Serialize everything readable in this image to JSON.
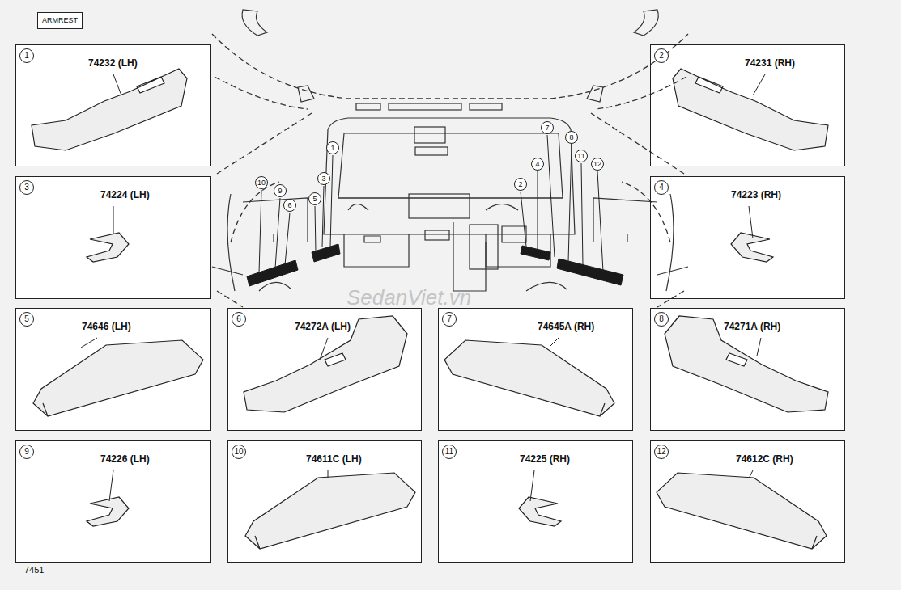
{
  "diagram": {
    "nodes": [
      {
        "text": [
          "ARMREST"
        ]
      },
      {
        "text": [
          "1",
          "74232 (LH)"
        ]
      },
      {
        "text": [
          "2",
          "74231 (RH)"
        ]
      },
      {
        "text": [
          "3",
          "74224 (LH)"
        ]
      },
      {
        "text": [
          "4",
          "74223 (RH)"
        ]
      },
      {
        "text": [
          "5",
          "74646 (LH)"
        ]
      },
      {
        "text": [
          "6",
          "74272A (LH)"
        ]
      },
      {
        "text": [
          "7",
          "74645A (RH)"
        ]
      },
      {
        "text": [
          "8",
          "74271A (RH)"
        ]
      },
      {
        "text": [
          "9",
          "74226 (LH)"
        ]
      },
      {
        "text": [
          "10",
          "74611C (LH)"
        ]
      },
      {
        "text": [
          "11",
          "74225 (RH)"
        ]
      },
      {
        "text": [
          "12",
          "74612C (RH)"
        ]
      }
    ],
    "edges": [],
    "labels": [
      "1",
      "7",
      "8",
      "10",
      "9",
      "3",
      "6",
      "5",
      "4",
      "2",
      "11",
      "12",
      "SedanViet.vn",
      "7451"
    ]
  }
}
